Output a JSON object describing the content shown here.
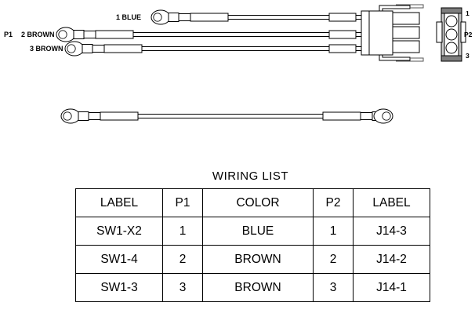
{
  "diagram": {
    "title": "WIRING LIST",
    "p1_connector_label": "P1",
    "p2_connector_label": "P2",
    "harness_wires": [
      {
        "pin": "1",
        "color": "BLUE",
        "label_text": "1  BLUE"
      },
      {
        "pin": "2",
        "color": "BROWN",
        "label_text": "2  BROWN"
      },
      {
        "pin": "3",
        "color": "BROWN",
        "label_text": "3  BROWN"
      }
    ],
    "p2_pin_top": "1",
    "p2_pin_bottom": "3"
  },
  "wiring_list": {
    "title": "WIRING LIST",
    "columns": [
      "LABEL",
      "P1",
      "COLOR",
      "P2",
      "LABEL"
    ],
    "rows": [
      {
        "label1": "SW1-X2",
        "p1": "1",
        "color": "BLUE",
        "p2": "1",
        "label2": "J14-3"
      },
      {
        "label1": "SW1-4",
        "p1": "2",
        "color": "BROWN",
        "p2": "2",
        "label2": "J14-2"
      },
      {
        "label1": "SW1-3",
        "p1": "3",
        "color": "BROWN",
        "p2": "3",
        "label2": "J14-1"
      }
    ]
  },
  "colors": {
    "line": "#000000",
    "background": "#ffffff",
    "shade": "#c9c9c9"
  }
}
